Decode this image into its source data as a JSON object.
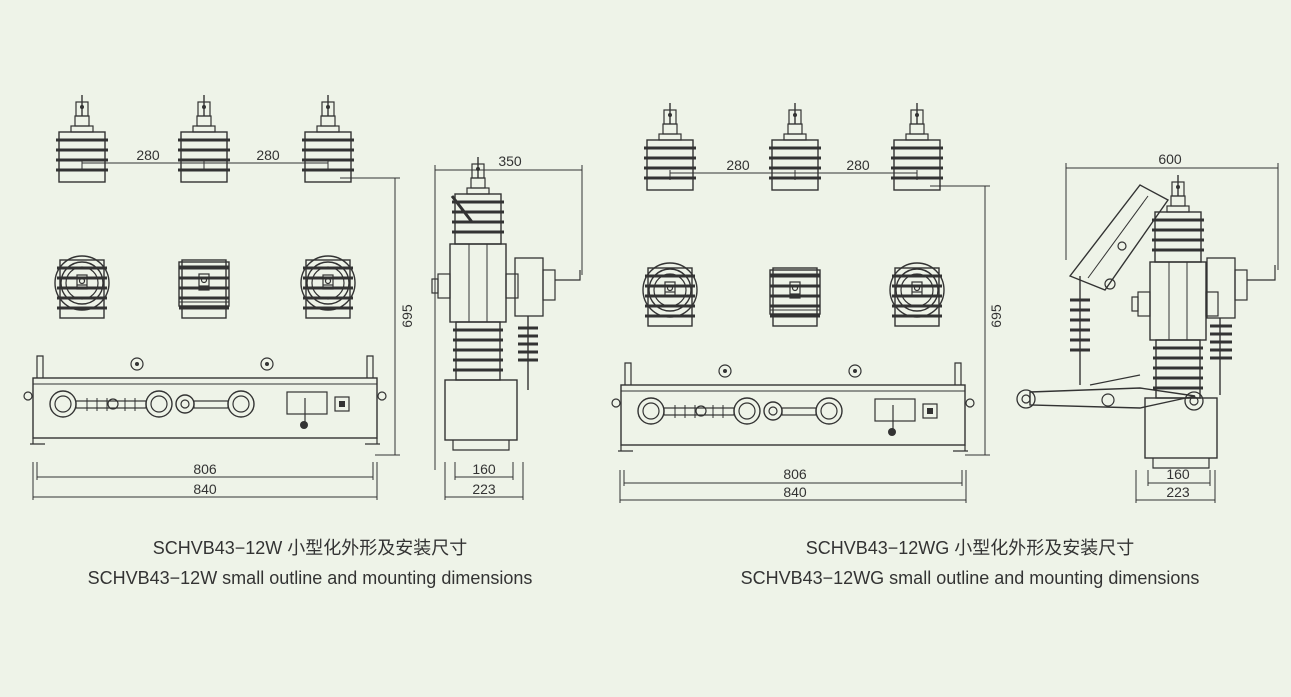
{
  "dimensions": {
    "pole_spacing": "280",
    "height": "695",
    "side_depth_w": "350",
    "side_depth_wg": "600",
    "mount_span": "806",
    "overall_width": "840",
    "foot_inner": "160",
    "foot_outer": "223"
  },
  "captions": {
    "left_cn": "SCHVB43−12W 小型化外形及安装尺寸",
    "left_en": "SCHVB43−12W small outline and mounting dimensions",
    "right_cn": "SCHVB43−12WG 小型化外形及安装尺寸",
    "right_en": "SCHVB43−12WG small outline and mounting dimensions"
  },
  "colors": {
    "background": "#eef3e8",
    "line": "#3a3a3a",
    "text": "#333333"
  }
}
